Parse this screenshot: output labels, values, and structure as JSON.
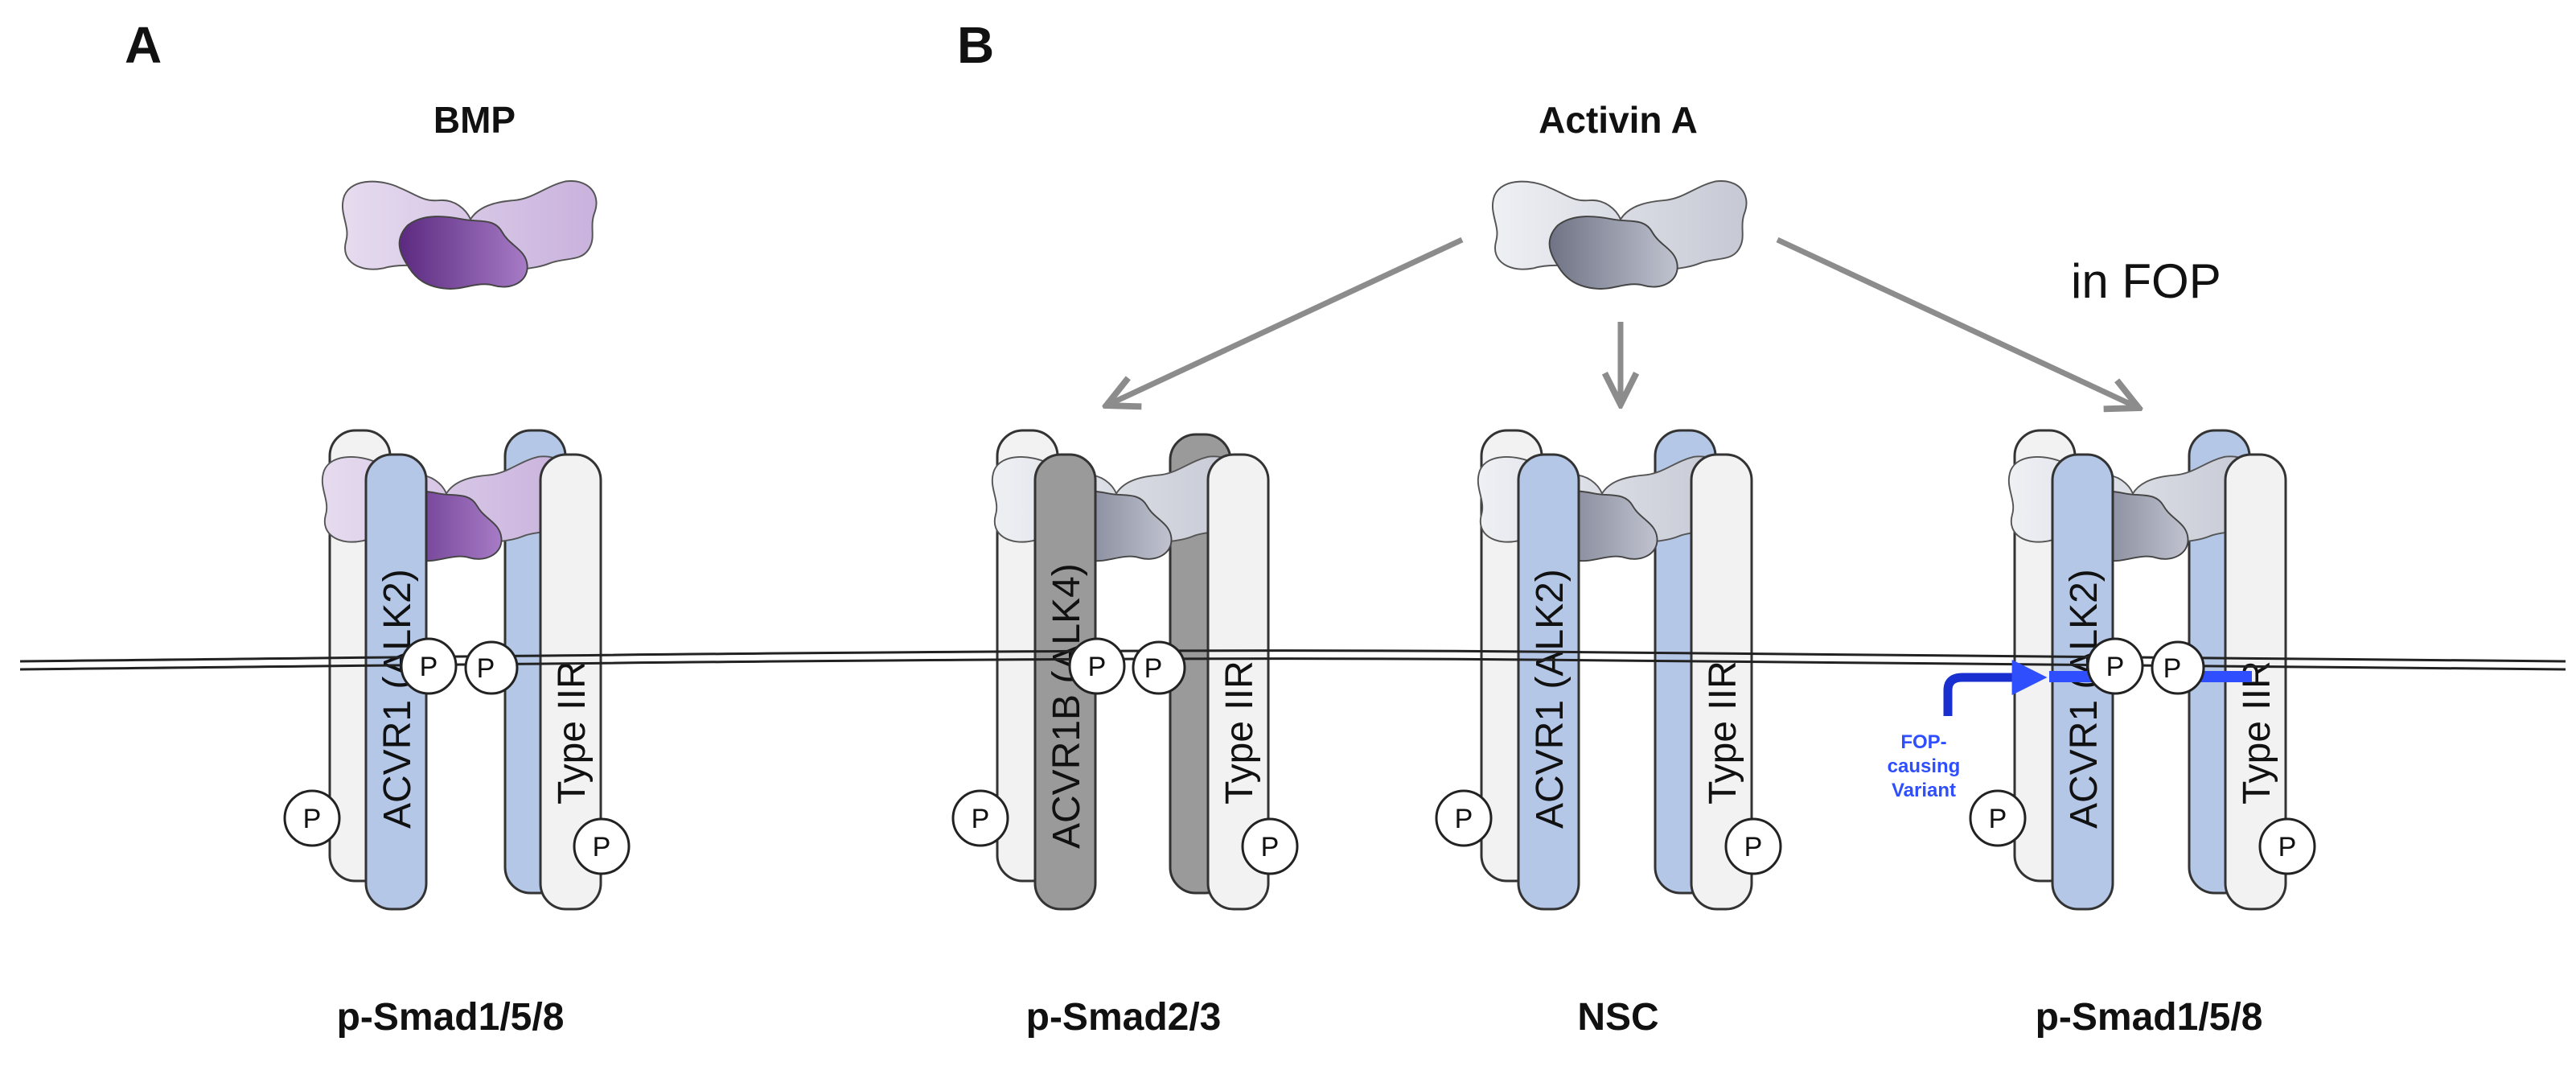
{
  "panels": {
    "a": "A",
    "b": "B"
  },
  "ligands": {
    "bmp": "BMP",
    "activin": "Activin A"
  },
  "annotation": "in FOP",
  "receptors": {
    "acvr1": "ACVR1 (ALK2)",
    "acvr1b": "ACVR1B (ALK4)",
    "type2": "Type IIR"
  },
  "phospho": "P",
  "variant_label": [
    "FOP-",
    "causing",
    "Variant"
  ],
  "outcomes": {
    "a": "p-Smad1/5/8",
    "b1": "p-Smad2/3",
    "b2": "NSC",
    "b3": "p-Smad1/5/8"
  },
  "colors": {
    "alk2": "#b4c7e7",
    "alk4": "#9a9a9a",
    "light_receptor": "#f2f2f2",
    "bmp_light": "#d8c6e6",
    "bmp_dark": "#7a3e9d",
    "activin_light": "#dcdde3",
    "activin_dark": "#8a8e9e",
    "variant": "#2f4fff",
    "arrow": "#8c8c8c"
  }
}
